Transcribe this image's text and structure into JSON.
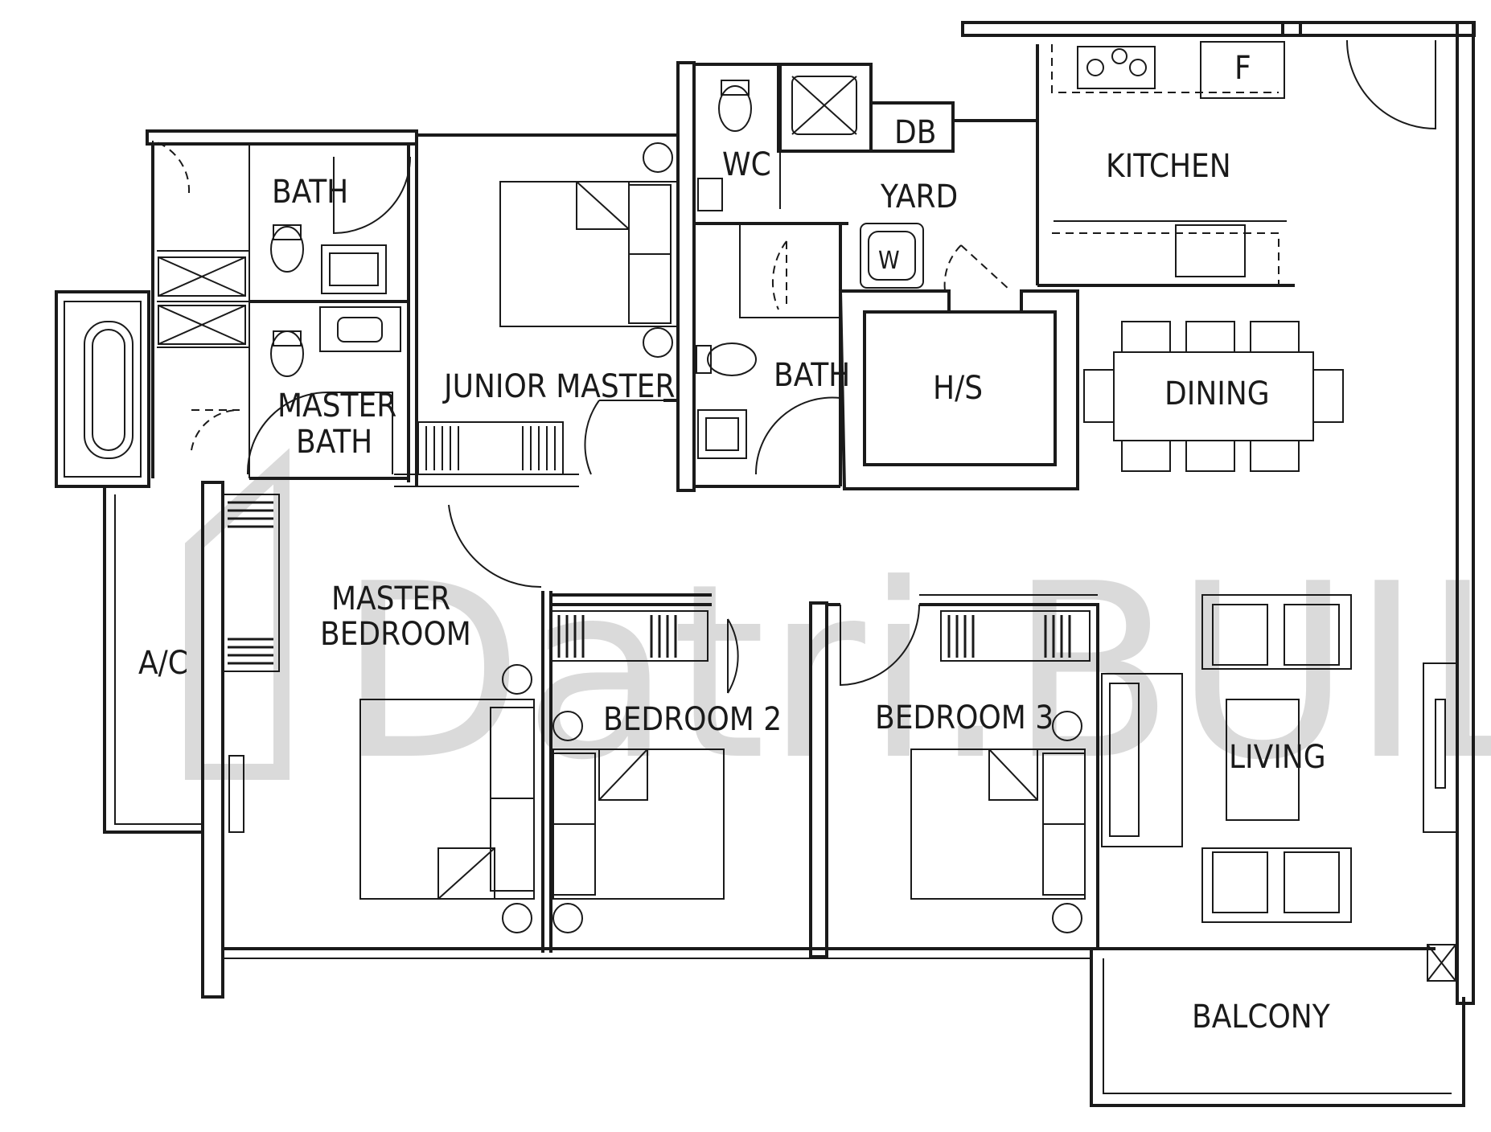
{
  "watermark": "Datri.BUILD",
  "rooms": {
    "bath_top": "BATH",
    "master_bath": [
      "MASTER",
      "BATH"
    ],
    "junior_master": "JUNIOR  MASTER",
    "wc": "WC",
    "db": "DB",
    "yard": "YARD",
    "kitchen": "KITCHEN",
    "fridge": "F",
    "bath_mid": "BATH",
    "hs": "H/S",
    "dining": "DINING",
    "master_bedroom": [
      "MASTER",
      "BEDROOM"
    ],
    "ac": "A/C",
    "bedroom_2": "BEDROOM  2",
    "bedroom_3": "BEDROOM  3",
    "living": "LIVING",
    "balcony": "BALCONY",
    "washer": "W"
  }
}
